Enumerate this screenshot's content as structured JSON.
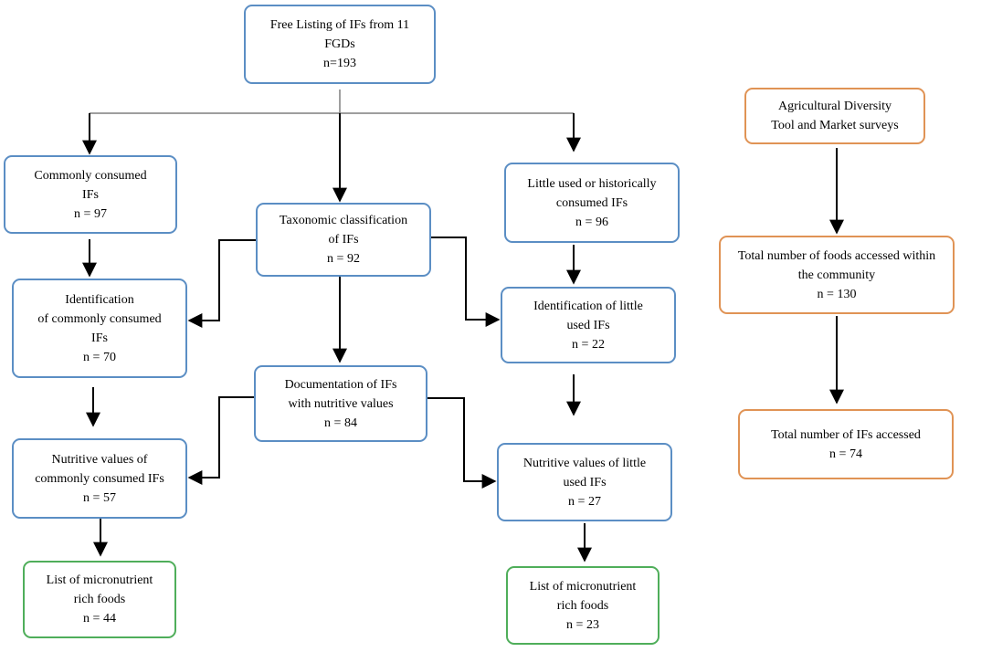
{
  "colors": {
    "blue": "#5b8ec4",
    "orange": "#e09355",
    "green": "#4fae5a",
    "arrow": "#000000",
    "bus": "#7f7f7f"
  },
  "nodes": {
    "free_listing": {
      "lines": [
        "Free Listing of IFs from 11",
        "FGDs",
        "n=193"
      ]
    },
    "commonly_consumed": {
      "lines": [
        "Commonly consumed",
        "IFs",
        "n = 97"
      ]
    },
    "taxonomic": {
      "lines": [
        "Taxonomic classification",
        "of IFs",
        "n = 92"
      ]
    },
    "little_used": {
      "lines": [
        "Little used or historically",
        "consumed IFs",
        "n = 96"
      ]
    },
    "id_common": {
      "lines": [
        "Identification",
        "of commonly consumed",
        "IFs",
        "n = 70"
      ]
    },
    "id_little": {
      "lines": [
        "Identification of little",
        "used IFs",
        "n = 22"
      ]
    },
    "documentation": {
      "lines": [
        "Documentation of IFs",
        "with nutritive values",
        "n = 84"
      ]
    },
    "nutritive_common": {
      "lines": [
        "Nutritive values of",
        "commonly consumed IFs",
        "n = 57"
      ]
    },
    "nutritive_little": {
      "lines": [
        "Nutritive values of little",
        "used IFs",
        "n = 27"
      ]
    },
    "micro_common": {
      "lines": [
        "List of micronutrient",
        "rich foods",
        "n = 44"
      ]
    },
    "micro_little": {
      "lines": [
        "List of micronutrient",
        "rich foods",
        "n = 23"
      ]
    },
    "agri_diversity": {
      "lines": [
        "Agricultural Diversity",
        "Tool and Market surveys"
      ]
    },
    "total_foods": {
      "lines": [
        "Total number of foods accessed within",
        "the community",
        "n = 130"
      ]
    },
    "total_ifs": {
      "lines": [
        "Total number of IFs accessed",
        "n = 74"
      ]
    }
  }
}
